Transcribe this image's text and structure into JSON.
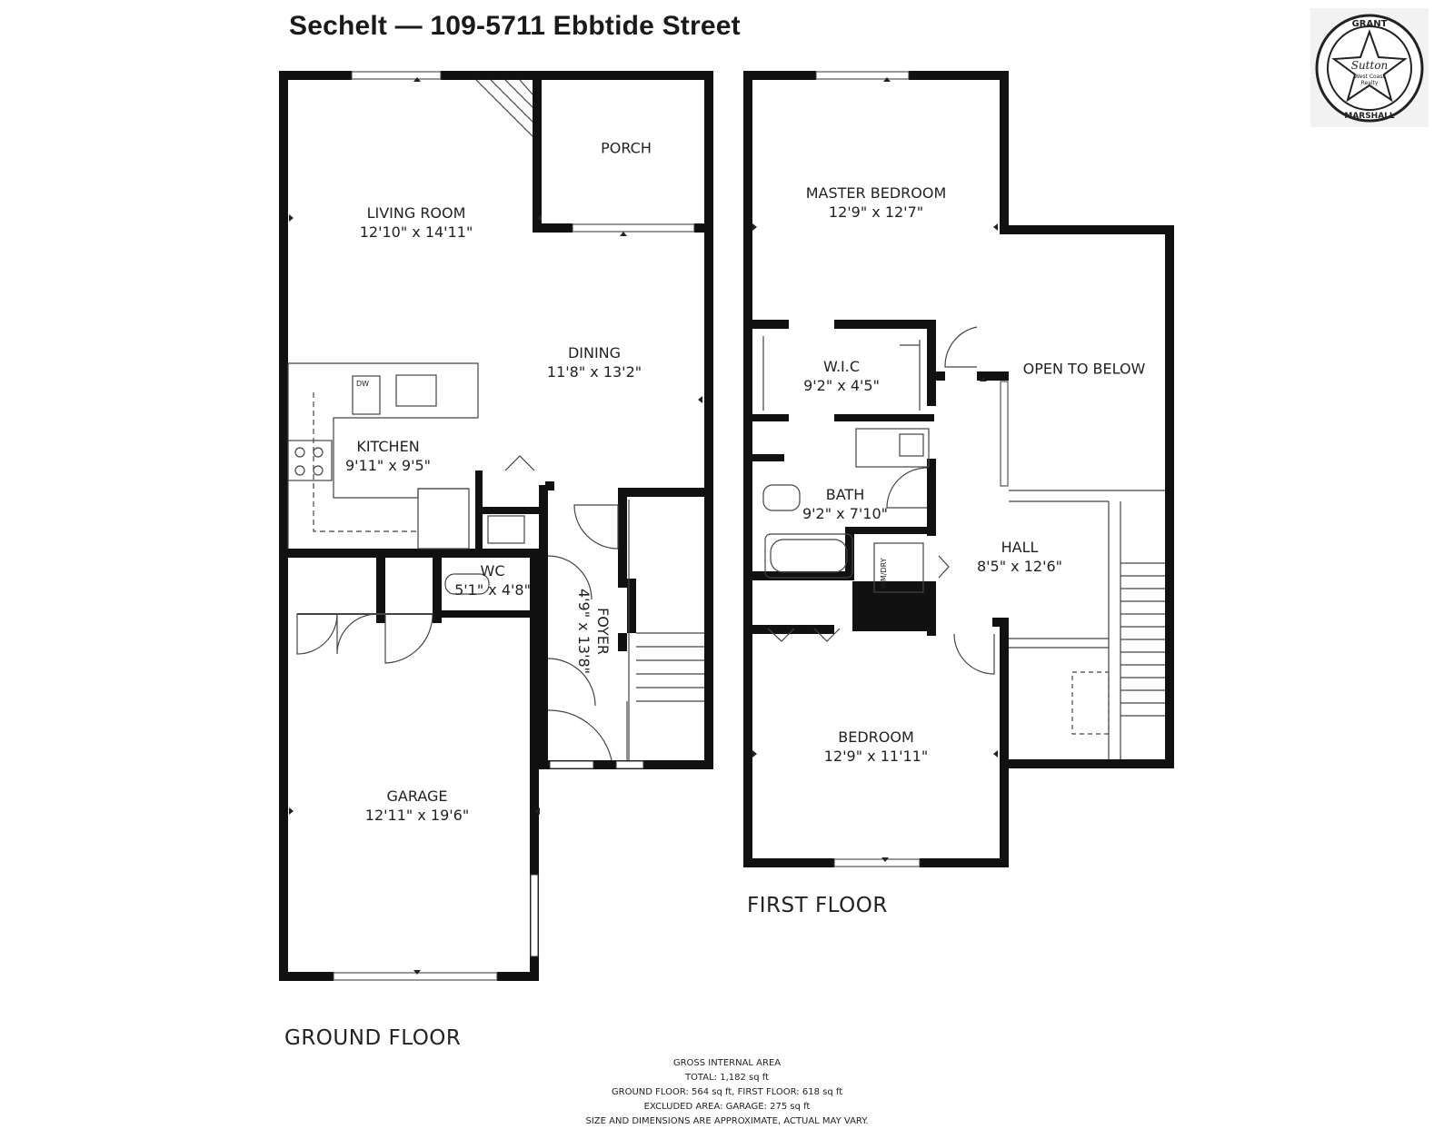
{
  "header": {
    "title": "Sechelt — 109-5711 Ebbtide Street"
  },
  "floors": {
    "ground": {
      "label": "GROUND FLOOR"
    },
    "first": {
      "label": "FIRST FLOOR"
    }
  },
  "rooms": {
    "porch": {
      "name": "PORCH"
    },
    "living_room": {
      "name": "LIVING ROOM",
      "dims": "12'10\" x 14'11\""
    },
    "dining": {
      "name": "DINING",
      "dims": "11'8\" x 13'2\""
    },
    "kitchen": {
      "name": "KITCHEN",
      "dims": "9'11\" x 9'5\""
    },
    "wc": {
      "name": "WC",
      "dims": "5'1\" x 4'8\""
    },
    "foyer": {
      "name": "FOYER",
      "dims": "4'9\" x 13'8\""
    },
    "garage": {
      "name": "GARAGE",
      "dims": "12'11\" x 19'6\""
    },
    "master_bedroom": {
      "name": "MASTER BEDROOM",
      "dims": "12'9\" x 12'7\""
    },
    "wic": {
      "name": "W.I.C",
      "dims": "9'2\" x 4'5\""
    },
    "bath": {
      "name": "BATH",
      "dims": "9'2\" x 7'10\""
    },
    "hall": {
      "name": "HALL",
      "dims": "8'5\" x 12'6\""
    },
    "open_to_below": {
      "name": "OPEN TO BELOW"
    },
    "bedroom": {
      "name": "BEDROOM",
      "dims": "12'9\" x 11'11\""
    }
  },
  "fixtures": {
    "dishwasher": "DW",
    "washer_dryer": "WM/DRY"
  },
  "area_summary": {
    "heading": "GROSS INTERNAL AREA",
    "total": "TOTAL: 1,182 sq ft",
    "floors": "GROUND FLOOR: 564 sq ft,  FIRST FLOOR: 618 sq ft",
    "excluded": "EXCLUDED AREA: GARAGE: 275 sq ft",
    "disclaimer": "SIZE AND DIMENSIONS ARE APPROXIMATE, ACTUAL MAY VARY."
  },
  "logo": {
    "top": "GRANT",
    "middle": "Sutton",
    "sub1": "West Coast",
    "sub2": "Realty",
    "bottom": "MARSHALL"
  }
}
